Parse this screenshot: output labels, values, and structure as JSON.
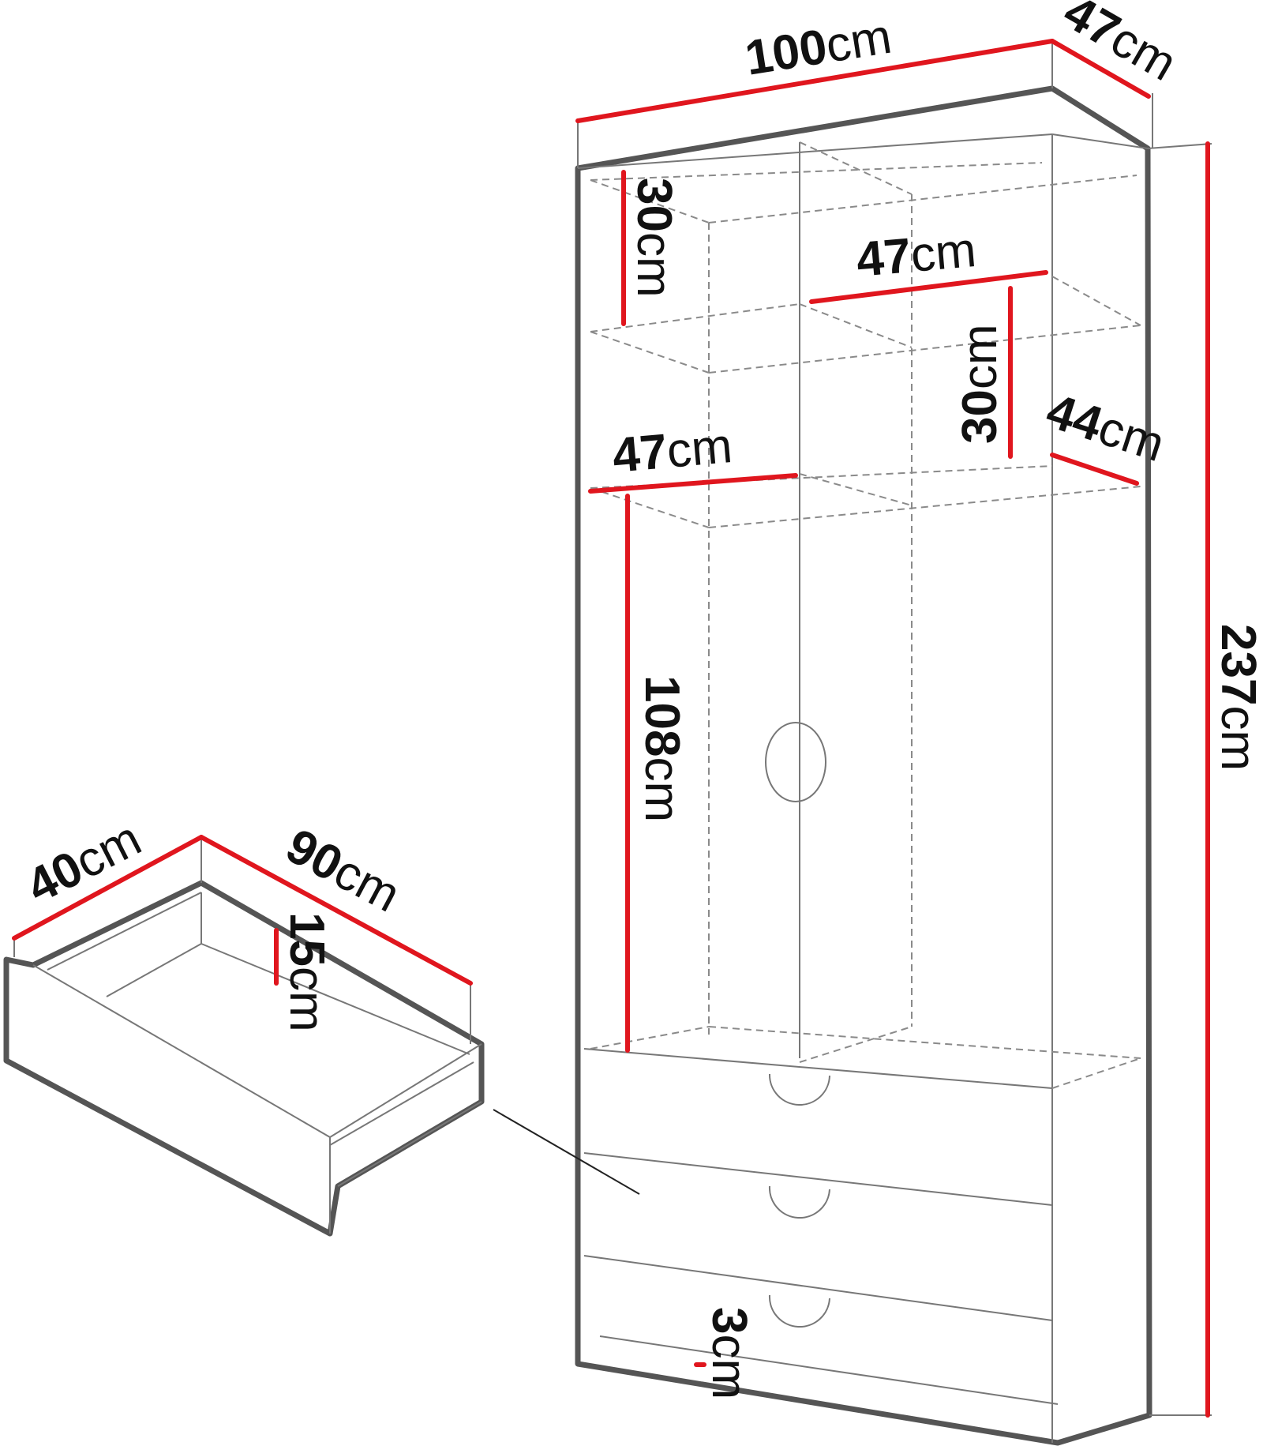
{
  "unit": "cm",
  "colors": {
    "dimension_line": "#e0161e",
    "outline": "#555555",
    "text": "#111111"
  },
  "wardrobe": {
    "width": "100",
    "depth": "47",
    "height": "237",
    "top_shelf_height": "30",
    "shelf_width_right": "47",
    "shelf_height_right": "30",
    "shelf_depth": "44",
    "shelf_width_left": "47",
    "hanging_height": "108",
    "plinth_height": "3"
  },
  "drawer": {
    "depth": "40",
    "width": "90",
    "height": "15"
  }
}
